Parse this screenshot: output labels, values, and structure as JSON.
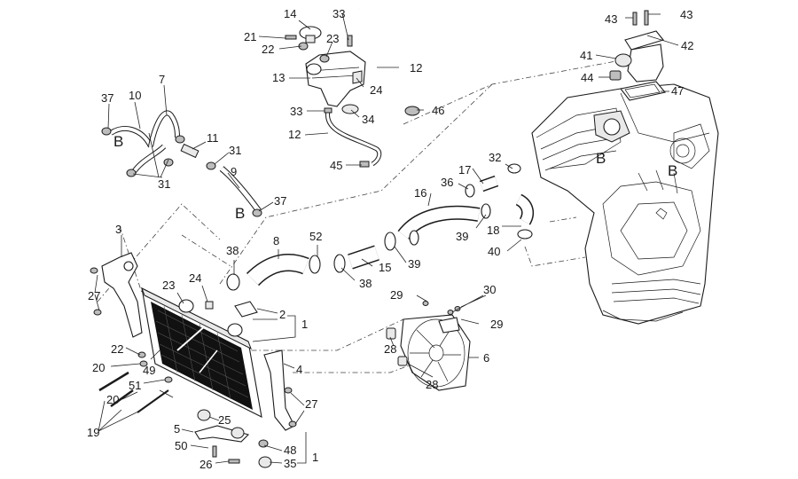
{
  "diagram": {
    "callouts": [
      "14",
      "33",
      "21",
      "22",
      "23",
      "13",
      "12",
      "24",
      "33",
      "34",
      "46",
      "12",
      "45",
      "7",
      "37",
      "10",
      "11",
      "31",
      "B",
      "31",
      "9",
      "B",
      "37",
      "43",
      "43",
      "42",
      "41",
      "44",
      "47",
      "32",
      "17",
      "36",
      "16",
      "B",
      "B",
      "39",
      "18",
      "40",
      "3",
      "38",
      "8",
      "52",
      "15",
      "39",
      "38",
      "27",
      "24",
      "23",
      "2",
      "1",
      "22",
      "20",
      "49",
      "51",
      "20",
      "19",
      "5",
      "25",
      "50",
      "26",
      "48",
      "35",
      "1",
      "4",
      "27",
      "29",
      "30",
      "29",
      "28",
      "6",
      "28"
    ],
    "icons": [
      "radiator",
      "expansion-tank",
      "cooling-fan",
      "engine-block",
      "thermostat-housing",
      "hose-clamp",
      "coolant-hose",
      "mounting-bracket"
    ]
  }
}
